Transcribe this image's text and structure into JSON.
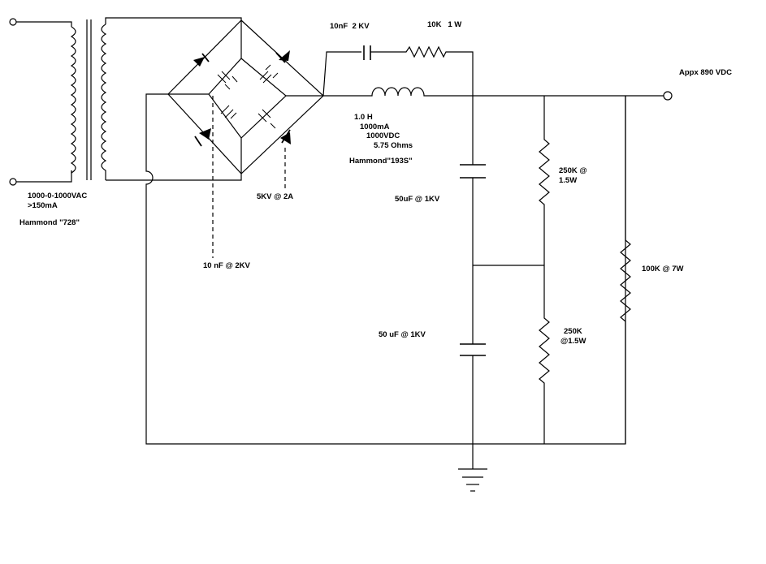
{
  "labels": {
    "transformer_rating": "1000-0-1000VAC",
    "transformer_current": ">150mA",
    "transformer_model": "Hammond \"728\"",
    "bridge_cap_note": "10 nF @ 2KV",
    "diode_rating": "5KV @ 2A",
    "snubber_cap": "10nF  2 KV",
    "snubber_res": "10K   1 W",
    "choke_inductance": "1.0 H",
    "choke_current": "1000mA",
    "choke_voltage": "1000VDC",
    "choke_resistance": "5.75 Ohms",
    "choke_model": "Hammond\"193S\"",
    "output_voltage": "Appx 890 VDC",
    "cap_upper": "50uF @ 1KV",
    "cap_lower": "50 uF @ 1KV",
    "res_upper_value": "250K @",
    "res_upper_power": "1.5W",
    "res_lower_value": "250K",
    "res_lower_power": "@1.5W",
    "bleeder": "100K @ 7W"
  }
}
